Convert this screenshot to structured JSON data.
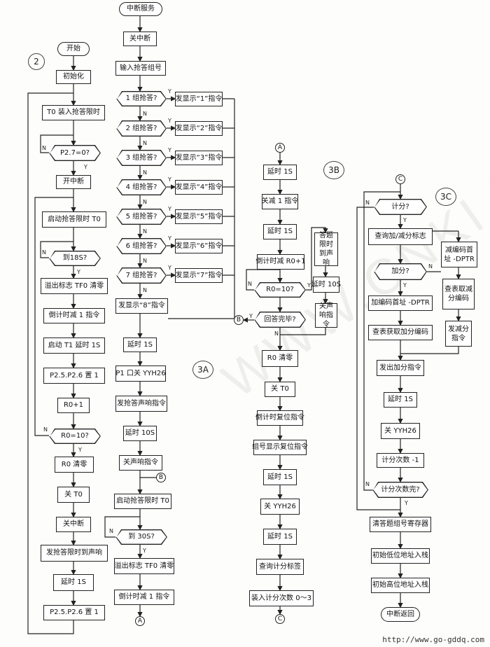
{
  "section_tags": {
    "s2": "2",
    "s3a": "3A",
    "s3b": "3B",
    "s3c": "3C"
  },
  "yes": "Y",
  "no": "N",
  "connectors": {
    "a": "A",
    "b": "B",
    "c": "C"
  },
  "flow2": {
    "start": "开始",
    "init": "初始化",
    "t0_load": "T0 装入抢答限时",
    "p27": "P2.7=0?",
    "open_int": "开中断",
    "start_t0": "启动抢答限时 T0",
    "to18s": "到18S?",
    "clear_tf0": "溢出标志 TF0 清零",
    "countdown": "倒计时减 1 指令",
    "start_t1": "启动 T1 延时 1S",
    "p25_set": "P2.5.P2.6 置 1",
    "r0_inc": "R0+1",
    "r0_10": "R0=10?",
    "r0_clear": "R0 清零",
    "close_t0": "关 T0",
    "close_int": "关中断",
    "timeout_sound": "发抢答限时到声响",
    "delay1s": "延时 1S",
    "p25_set2": "P2.5.P2.6 置 1"
  },
  "flow3a": {
    "int_service": "中断服务",
    "close_int": "关中断",
    "input_group": "输入抢答组号",
    "groups": [
      "1 组抢答?",
      "2 组抢答?",
      "3 组抢答?",
      "4 组抢答?",
      "5 组抢答?",
      "6 组抢答?",
      "7 组抢答?"
    ],
    "displays": [
      "发显示“1”指令",
      "发显示“2”指令",
      "发显示“3”指令",
      "发显示“4”指令",
      "发显示“5”指令",
      "发显示“6”指令",
      "发显示“7”指令"
    ],
    "display8": "发显示“8”指令",
    "delay1s": "延时 1S",
    "p1_close": "P1 口关 YYH26",
    "sound_cmd": "发抢答声响指令",
    "delay10s": "延时 10S",
    "close_sound": "关声响指令",
    "start_t0": "启动抢答限时 T0",
    "to30s": "到 30S?",
    "clear_tf0": "溢出标志 TF0 清零",
    "countdown": "倒计时减 1 指令"
  },
  "flow3b": {
    "delay1s_a": "延时 1S",
    "close_dec": "关减 1 指令",
    "delay1s_b": "延时 1S",
    "countdown_r0": "倒计时减 R0+1",
    "r0_10": "R0=10?",
    "answer_done": "回答完毕?",
    "answer_timeout": "答题限时到声响",
    "delay10s": "延时 10S",
    "close_sound": "关声响指令",
    "r0_clear": "R0 清零",
    "close_t0": "关 T0",
    "countdown_reset": "倒计时复位指令",
    "group_reset": "组号显示复位指令",
    "delay1s_c": "延时 1S",
    "close_yyh26": "关 YYH26",
    "delay1s_d": "延时 1S",
    "query_score": "查询计分标签",
    "load_count": "装入计分次数 0～3"
  },
  "flow3c": {
    "score_q": "计分?",
    "query_flag": "查询加/减分标志",
    "add_q": "加分?",
    "dec_addr": "减编码首址 -DPTR",
    "add_addr": "加编码首址 -DPTR",
    "fetch_add": "查表获取加分编码",
    "fetch_dec": "查表取减分编码",
    "send_dec": "发减分指令",
    "send_add": "发出加分指令",
    "delay1s": "延时 1S",
    "close_yyh26": "关 YYH26",
    "count_dec": "计分次数 -1",
    "count_done": "计分次数完?",
    "clear_reg": "清答题组号寄存器",
    "push_low": "初始低位地址入栈",
    "push_high": "初始高位地址入栈",
    "int_return": "中断返回"
  },
  "watermark": "WWW.CNKI.NET",
  "footer_url": "http://www.go-gddq.com"
}
